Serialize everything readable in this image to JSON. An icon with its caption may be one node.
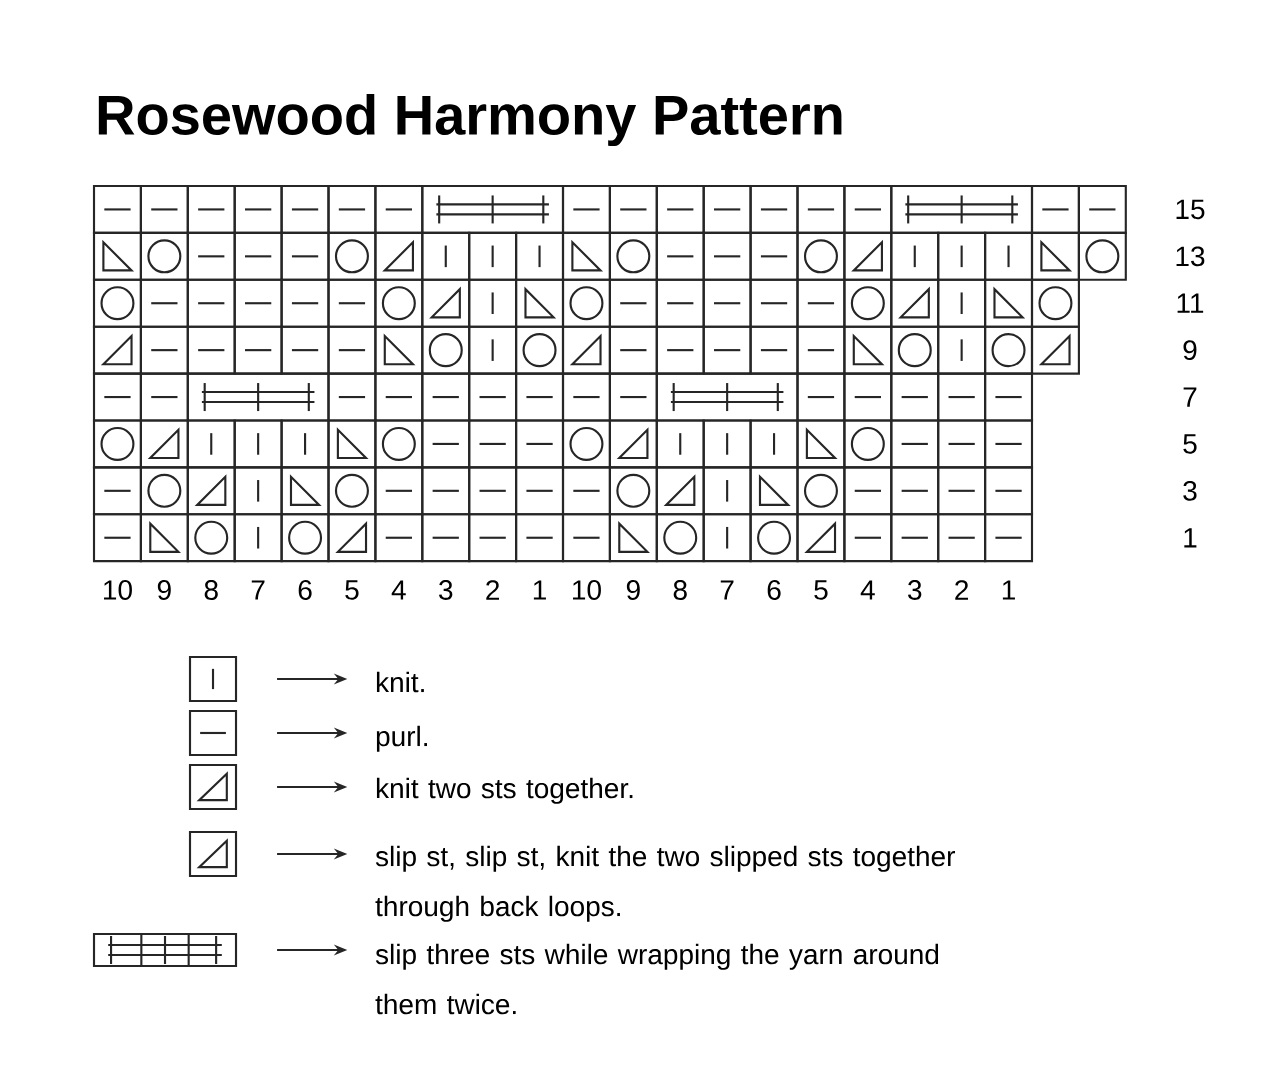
{
  "diagram": {
    "title": "Rosewood Harmony Pattern",
    "nodes": [
      {
        "text": [],
        "shape": "box"
      },
      {
        "text": [
          "knit."
        ]
      },
      {
        "text": [],
        "shape": "box"
      },
      {
        "text": [
          "purl."
        ]
      },
      {
        "text": [],
        "shape": "box"
      },
      {
        "text": [
          "knit two sts together."
        ]
      },
      {
        "text": [],
        "shape": "box"
      },
      {
        "text": [
          "slip st, slip st, knit the two slipped sts together through back loops."
        ]
      },
      {
        "text": [],
        "shape": "box"
      },
      {
        "text": [
          "slip three sts while wrapping the yarn around them twice."
        ]
      }
    ],
    "edges": [
      {
        "from": 0,
        "to": 1,
        "arrow": "to"
      },
      {
        "from": 2,
        "to": 3,
        "arrow": "to"
      },
      {
        "from": 4,
        "to": 5,
        "arrow": "to"
      },
      {
        "from": 6,
        "to": 7,
        "arrow": "to"
      },
      {
        "from": 8,
        "to": 9,
        "arrow": "to"
      }
    ],
    "labels": [
      "15",
      "13",
      "11",
      "9",
      "7",
      "5",
      "3",
      "1",
      "10",
      "9",
      "8",
      "7",
      "6",
      "5",
      "4",
      "3",
      "2",
      "1",
      "10",
      "9",
      "8",
      "7",
      "6",
      "5",
      "4",
      "3",
      "2",
      "1"
    ]
  }
}
